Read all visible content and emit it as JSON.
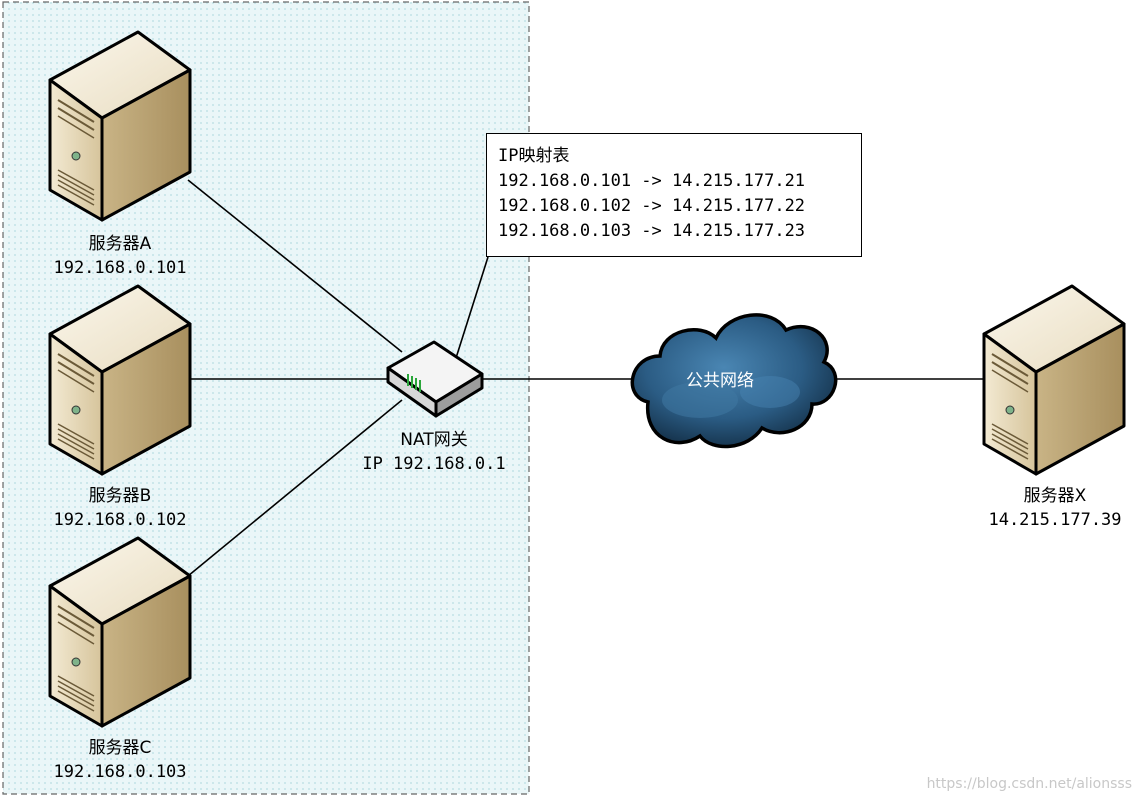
{
  "servers": [
    {
      "name": "服务器A",
      "ip": "192.168.0.101"
    },
    {
      "name": "服务器B",
      "ip": "192.168.0.102"
    },
    {
      "name": "服务器C",
      "ip": "192.168.0.103"
    }
  ],
  "gateway": {
    "name": "NAT网关",
    "ip": "IP 192.168.0.1"
  },
  "mapping_table": {
    "title": "IP映射表",
    "rows": [
      "192.168.0.101 -> 14.215.177.21",
      "192.168.0.102 -> 14.215.177.22",
      "192.168.0.103 -> 14.215.177.23"
    ]
  },
  "cloud": {
    "label": "公共网络"
  },
  "remote_server": {
    "name": "服务器X",
    "ip": "14.215.177.39"
  },
  "watermark": "https://blog.csdn.net/alionsss",
  "colors": {
    "lan_fill": "#e6f4f6",
    "cloud_dark": "#0f2d45",
    "cloud_light": "#3f7aa6",
    "server_tan": "#d9c9a3"
  }
}
